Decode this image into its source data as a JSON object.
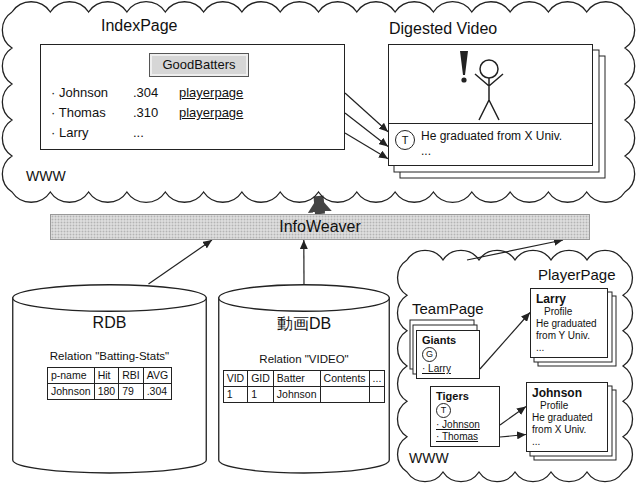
{
  "diagram": {
    "nodes": [
      {
        "text": [
          "WWW"
        ]
      },
      {
        "text": [
          "IndexPage",
          "· Johnson",
          ".304",
          "playerpage",
          "· Thomas",
          ".310",
          "playerpage",
          "· Larry",
          "..."
        ],
        "in": 0
      },
      {
        "text": [
          "GoodBatters"
        ],
        "in": 1
      },
      {
        "text": [
          "Digested Video",
          "He graduated from X Univ.",
          "..."
        ],
        "in": 0
      },
      {
        "text": [
          "T"
        ],
        "in": 3
      },
      {
        "text": [
          "InfoWeaver"
        ]
      },
      {
        "text": [
          "RDB",
          "Relation \"Batting-Stats\""
        ]
      },
      {
        "text": [
          "p-name",
          "Hit",
          "RBI",
          "AVG",
          "Johnson",
          "180",
          "79",
          ".304"
        ],
        "in": 6
      },
      {
        "text": [
          "動画DB",
          "Relation \"VIDEO\""
        ]
      },
      {
        "text": [
          "VID",
          "GID",
          "Batter",
          "Contents",
          "...",
          "1",
          "1",
          "Johnson"
        ],
        "in": 8
      },
      {
        "text": [
          "WWW"
        ]
      },
      {
        "text": [
          "Giants",
          "· Larry"
        ],
        "in": 10
      },
      {
        "text": [
          "G"
        ],
        "in": 11
      },
      {
        "text": [
          "Tigers",
          "· Johnson",
          "· Thomas"
        ],
        "in": 10
      },
      {
        "text": [
          "T"
        ],
        "in": 13
      },
      {
        "text": [
          "Larry",
          "Profile",
          "He graduated from Y Univ.",
          "..."
        ],
        "in": 10
      },
      {
        "text": [
          "Johnson",
          "Profile",
          "He graduated from X Univ.",
          "..."
        ],
        "in": 10
      }
    ],
    "edges": [
      {
        "from": 6,
        "to": 5,
        "arrow": "to"
      },
      {
        "from": 8,
        "to": 5,
        "arrow": "to"
      },
      {
        "from": 10,
        "to": 5,
        "arrow": "to"
      },
      {
        "from": 5,
        "to": 0,
        "arrow": "to"
      },
      {
        "from": 1,
        "to": 3,
        "arrow": "to"
      },
      {
        "from": 1,
        "to": 3,
        "arrow": "to"
      },
      {
        "from": 1,
        "to": 3,
        "arrow": "to"
      },
      {
        "from": 11,
        "to": 15,
        "arrow": "to"
      },
      {
        "from": 13,
        "to": 16,
        "arrow": "to"
      },
      {
        "from": 13,
        "to": 16,
        "arrow": "to"
      }
    ],
    "labels": [
      "TeamPage",
      "PlayerPage"
    ]
  }
}
